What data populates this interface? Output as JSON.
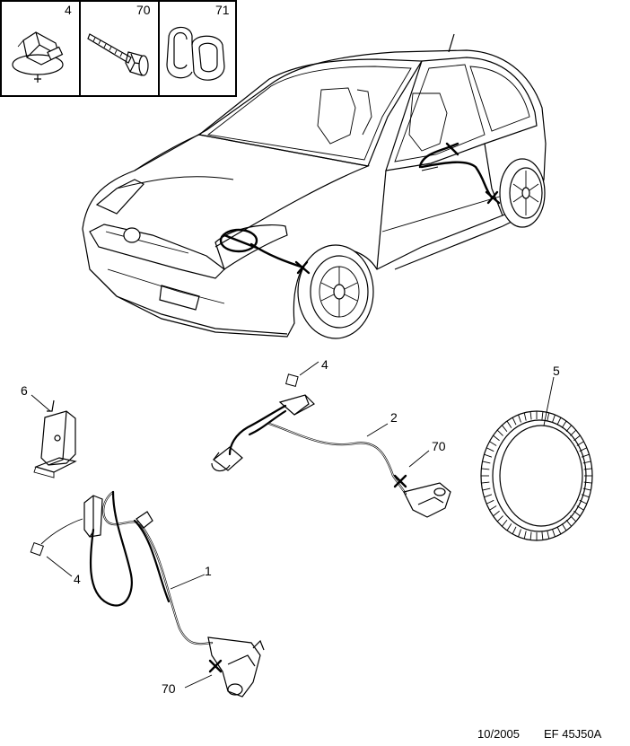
{
  "inset": {
    "parts": [
      {
        "ref": "4",
        "icon": "clip-icon"
      },
      {
        "ref": "70",
        "icon": "screw-icon"
      },
      {
        "ref": "71",
        "icon": "cable-clamp-icon"
      }
    ]
  },
  "callouts": {
    "harness_front": "1",
    "harness_rear": "2",
    "clip_upper": "4",
    "clip_lower": "4",
    "target_ring": "5",
    "bracket": "6",
    "screw_upper": "70",
    "screw_lower": "70"
  },
  "footer": {
    "date": "10/2005",
    "ref": "EF 45J50A"
  }
}
